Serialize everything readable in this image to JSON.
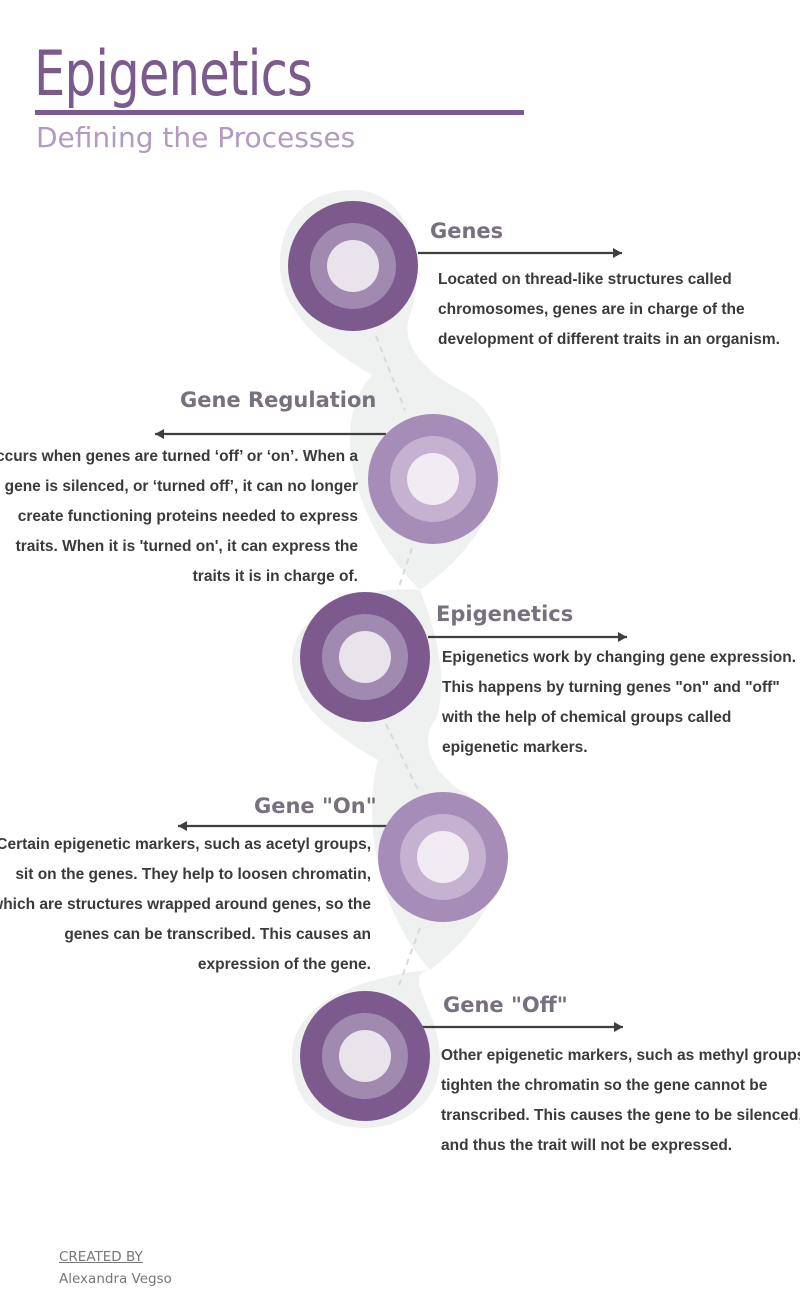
{
  "header": {
    "title": "Epigenetics",
    "subtitle": "Defining the Processes"
  },
  "colors": {
    "dark_node": "#7d5a8e",
    "light_node": "#a58db8",
    "backdrop": "#eff0f0",
    "heading": "#78707f",
    "arrow": "#3f3f3f"
  },
  "steps": [
    {
      "heading": "Genes",
      "tone": "dark",
      "lines": [
        "Located on thread-like structures called",
        "chromosomes, genes are in charge of the",
        "development of different traits in an organism."
      ]
    },
    {
      "heading": "Gene Regulation",
      "tone": "light",
      "lines": [
        "Occurs when genes are turned ‘off’ or ‘on’. When a",
        "gene is silenced, or ‘turned off’, it can no longer",
        "create functioning proteins needed to express",
        "traits. When it is 'turned  on',  it  can express the",
        "traits it is in charge of."
      ]
    },
    {
      "heading": "Epigenetics",
      "tone": "dark",
      "lines": [
        "Epigenetics work by changing gene expression.",
        "This happens by turning genes \"on\" and \"off\"",
        "with the help of chemical groups called",
        "epigenetic markers."
      ]
    },
    {
      "heading": "Gene \"On\"",
      "tone": "light",
      "lines": [
        "Certain epigenetic markers, such as acetyl groups,",
        "sit on the genes. They help to  loosen chromatin,",
        "which are structures wrapped around genes, so the",
        "genes can be transcribed.   This causes an",
        "expression of the gene."
      ]
    },
    {
      "heading": "Gene \"Off\"",
      "tone": "dark",
      "lines": [
        "Other epigenetic markers, such as methyl groups,",
        "tighten the chromatin so the gene cannot be",
        "transcribed. This causes the gene to be silenced,",
        "and thus the trait will not be expressed."
      ]
    }
  ],
  "footer": {
    "created_by_label": "CREATED BY",
    "author": "Alexandra Vegso"
  }
}
